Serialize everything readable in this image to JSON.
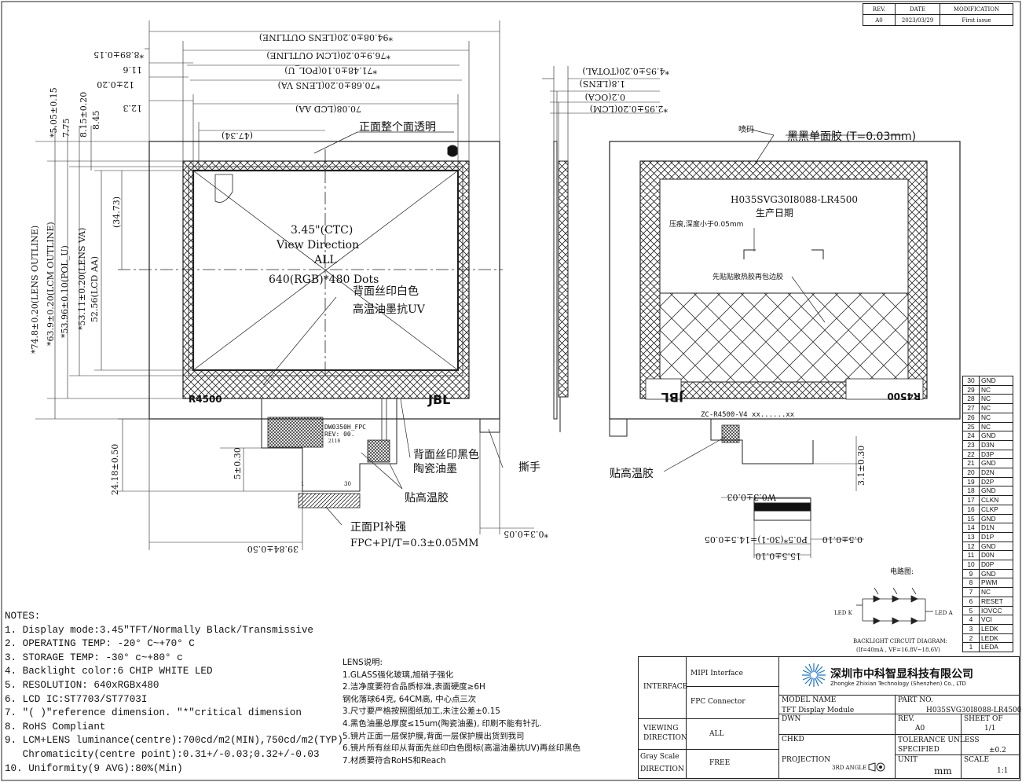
{
  "revision_table": {
    "headers": [
      "REV.",
      "DATE",
      "MODIFICATION"
    ],
    "rows": [
      [
        "A0",
        "2023/03/29",
        "First issue"
      ]
    ]
  },
  "front_view": {
    "center_text": [
      "3.45\"(CTC)",
      "View Direction",
      "ALL",
      "640(RGB)*480 Dots"
    ],
    "callout_transparent": "正面整个面透明",
    "callout_silkscreen": [
      "背面丝印白色",
      "高温油墨抗UV"
    ],
    "callout_black_ink": [
      "背面丝印黑色",
      "陶瓷油墨"
    ],
    "callout_tape": "贴高温胶",
    "callout_pull_tab": "撕手",
    "callout_pi": "正面PI补强",
    "fpc_spec": "FPC+PI/T=0.3±0.05MM",
    "fpc_name": "DW0350H_FPC",
    "fpc_rev": "REV: 00.",
    "fpc_code": "2116",
    "pin1": "1",
    "pin30": "30",
    "logo_left": "R4500",
    "logo_right": "JBL",
    "dims_top": [
      "*94.08±0.20(LENS OUTLINE)",
      "*8.89±0.15",
      "*76.9±0.20(LCM OUTLINE)",
      "11.6",
      "*71.48±0.10(POL_U)",
      "12±0.20",
      "*70.68±0.20(LENS VA)",
      "12.3",
      "70.08(LCD AA)",
      "(47.34)"
    ],
    "dims_left": [
      "*5.05±0.15",
      "7.75",
      "8.15±0.20",
      "8.45",
      "(34.73)",
      "*74.8±0.20(LENS OUTLINE)",
      "*63.9±0.20(LCM OUTLINE)",
      "*53.96±0.10(POL_U)",
      "*53.11±0.20(LENS VA)",
      "52.56(LCD AA)"
    ],
    "dims_bottom": [
      "24.18±0.50",
      "5±0.30",
      "39.84±0.50"
    ],
    "dim_pull": "*0.3±0.05"
  },
  "side_view": {
    "dims": [
      "*4.95±0.20(TOTAL)",
      "1.8(LENS)",
      "0.2(OCA)",
      "*2.95±0.20(LCM)"
    ]
  },
  "back_view": {
    "label_spray": "喷码",
    "label_tape": "黑黑单面胶 (T=0.03mm)",
    "part_text": "H035SVG30I8088-LR4500",
    "date_text": "生产日期",
    "press_note": "压痕,深度小于0.05mm",
    "heat_note": "先贴贴散热胶再包边胶",
    "code_line": "ZC-R4500-V4 xx......xx",
    "tape_label": "贴高温胶",
    "logo_left": "JBL",
    "logo_right": "R4500",
    "dims": [
      "3.1±0.30",
      "W0.3±0.03",
      "P0.5*(30-1)=14.5±0.05",
      "0.5±0.10",
      "15.5±0.10"
    ]
  },
  "circuit": {
    "title": "电路图:",
    "led_k": "LED K",
    "led_a": "LED A",
    "caption": "BACKLIGHT CIRCUIT DIAGRAM:",
    "caption2": "(If=40mA , VF=16.8V~18.6V)"
  },
  "pins": [
    [
      "30",
      "GND"
    ],
    [
      "29",
      "NC"
    ],
    [
      "28",
      "NC"
    ],
    [
      "27",
      "NC"
    ],
    [
      "26",
      "NC"
    ],
    [
      "25",
      "NC"
    ],
    [
      "24",
      "GND"
    ],
    [
      "23",
      "D3N"
    ],
    [
      "22",
      "D3P"
    ],
    [
      "21",
      "GND"
    ],
    [
      "20",
      "D2N"
    ],
    [
      "19",
      "D2P"
    ],
    [
      "18",
      "GND"
    ],
    [
      "17",
      "CLKN"
    ],
    [
      "16",
      "CLKP"
    ],
    [
      "15",
      "GND"
    ],
    [
      "14",
      "D1N"
    ],
    [
      "13",
      "D1P"
    ],
    [
      "12",
      "GND"
    ],
    [
      "11",
      "D0N"
    ],
    [
      "10",
      "D0P"
    ],
    [
      "9",
      "GND"
    ],
    [
      "8",
      "PWM"
    ],
    [
      "7",
      "NC"
    ],
    [
      "6",
      "RESET"
    ],
    [
      "5",
      "IOVCC"
    ],
    [
      "4",
      "VCI"
    ],
    [
      "3",
      "LEDK"
    ],
    [
      "2",
      "LEDK"
    ],
    [
      "1",
      "LEDA"
    ]
  ],
  "notes": [
    "NOTES:",
    "1. Display mode:3.45\"TFT/Normally Black/Transmissive",
    "2. OPERATING TEMP: -20° C~+70° C",
    "3. STORAGE TEMP: -30° c~+80° c",
    "4. Backlight color:6 CHIP WHITE LED",
    "5. RESOLUTION: 640xRGBx480",
    "6. LCD IC:ST7703/ST7703I",
    "7. \"( )\"reference dimension. \"*\"critical dimension",
    "8. RoHS Compliant",
    "9. LCM+LENS luminance(centre):700cd/m2(MIN),750cd/m2(TYP)",
    "   Chromaticity(centre point):0.31+/-0.03;0.32+/-0.03",
    "10. Uniformity(9 AVG):80%(Min)"
  ],
  "lens_notes": [
    "LENS说明:",
    "1.GLASS强化玻璃,旭硝子强化",
    "2.洁净度要符合品质标准,表面硬度≥6H",
    "钢化落球64克, 64CM高, 中心点三次",
    "3.尺寸要严格按照图纸加工,未注公差±0.15",
    "4.黑色油墨总厚度≤15um(陶瓷油墨), 印刷不能有针孔.",
    "5.镜片正面一层保护膜,背面一层保护膜出货到我司",
    "6.镜片所有丝印从背面先丝印白色图标(高温油墨抗UV)再丝印黑色",
    "7.材质要符合RoHS和Reach"
  ],
  "title_block": {
    "interface_label": "INTERFACE",
    "interface_1": "MIPI Interface",
    "interface_2": "FPC Connector",
    "viewing_label": "VIEWING DIRECTION",
    "viewing_value": "ALL",
    "gray_label": "Gray Scale DIRECTION",
    "gray_value": "FREE",
    "company_cn": "深圳市中科智显科技有限公司",
    "company_en": "Zhongke Zhixian Technology (Shenzhen) Co., LTD",
    "model_label": "MODEL NAME",
    "model_value": "TFT Display Module",
    "part_label": "PART NO.",
    "part_value": "H035SVG30I8088-LR4500",
    "dwn": "DWN",
    "chkd": "CHKD",
    "rev_label": "REV.",
    "rev_value": "A0",
    "sheet_label": "SHEET OF",
    "sheet_value": "1/1",
    "tol_label": "TOLERANCE UNLESS SPECIFIED",
    "tol_value": "±0.2",
    "projection": "PROJECTION",
    "angle": "3RD ANGLE",
    "unit_label": "UNIT",
    "unit_value": "mm",
    "scale_label": "SCALE",
    "scale_value": "1:1"
  }
}
